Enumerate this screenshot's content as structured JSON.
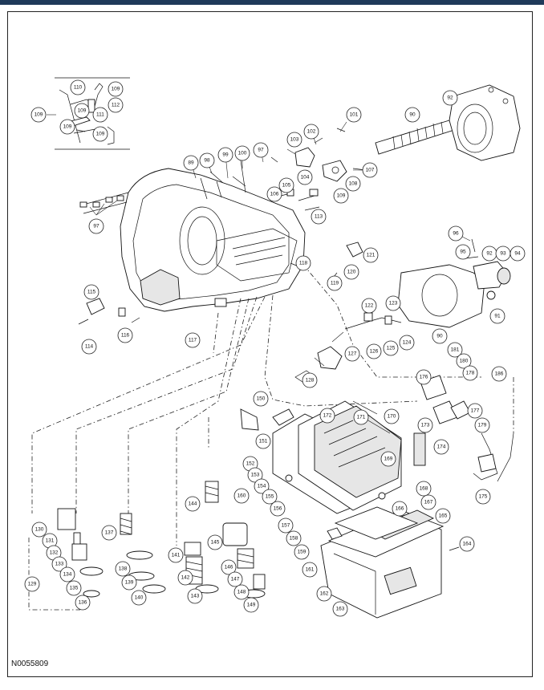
{
  "figure_id": "N0055809",
  "callouts": {
    "c_109a": "109",
    "c_110": "110",
    "c_109b": "109",
    "c_112": "112",
    "c_111": "111",
    "c_109c": "109",
    "c_109d": "109",
    "c_109e": "109",
    "c_101": "101",
    "c_90": "90",
    "c_92a": "92",
    "c_102": "102",
    "c_103": "103",
    "c_97a": "97",
    "c_100": "100",
    "c_99": "99",
    "c_98": "98",
    "c_89": "89",
    "c_107": "107",
    "c_104": "104",
    "c_108a": "108",
    "c_105": "105",
    "c_106": "106",
    "c_109f": "109",
    "c_113": "113",
    "c_97b": "97",
    "c_96": "96",
    "c_95": "95",
    "c_92b": "92",
    "c_93": "93",
    "c_94": "94",
    "c_118": "118",
    "c_121": "121",
    "c_120": "120",
    "c_119": "119",
    "c_115": "115",
    "c_116": "116",
    "c_114": "114",
    "c_117": "117",
    "c_122": "122",
    "c_123": "123",
    "c_91": "91",
    "c_90b": "90",
    "c_126": "126",
    "c_125": "125",
    "c_124": "124",
    "c_127": "127",
    "c_128": "128",
    "c_181": "181",
    "c_180": "180",
    "c_178": "178",
    "c_186": "186",
    "c_176": "176",
    "c_150": "150",
    "c_172": "172",
    "c_171": "171",
    "c_170": "170",
    "c_177": "177",
    "c_179": "179",
    "c_173": "173",
    "c_151": "151",
    "c_174": "174",
    "c_169": "169",
    "c_152": "152",
    "c_153": "153",
    "c_154": "154",
    "c_155": "155",
    "c_156": "156",
    "c_175": "175",
    "c_168": "168",
    "c_167": "167",
    "c_166": "166",
    "c_165": "165",
    "c_157": "157",
    "c_158": "158",
    "c_159": "159",
    "c_164": "164",
    "c_161": "161",
    "c_162": "162",
    "c_163": "163",
    "c_160": "160",
    "c_144": "144",
    "c_137": "137",
    "c_130": "130",
    "c_131": "131",
    "c_132": "132",
    "c_133": "133",
    "c_134": "134",
    "c_135": "135",
    "c_136": "136",
    "c_129": "129",
    "c_138": "138",
    "c_139": "139",
    "c_140": "140",
    "c_141": "141",
    "c_142": "142",
    "c_143": "143",
    "c_145": "145",
    "c_146": "146",
    "c_147": "147",
    "c_148": "148",
    "c_149": "149"
  }
}
